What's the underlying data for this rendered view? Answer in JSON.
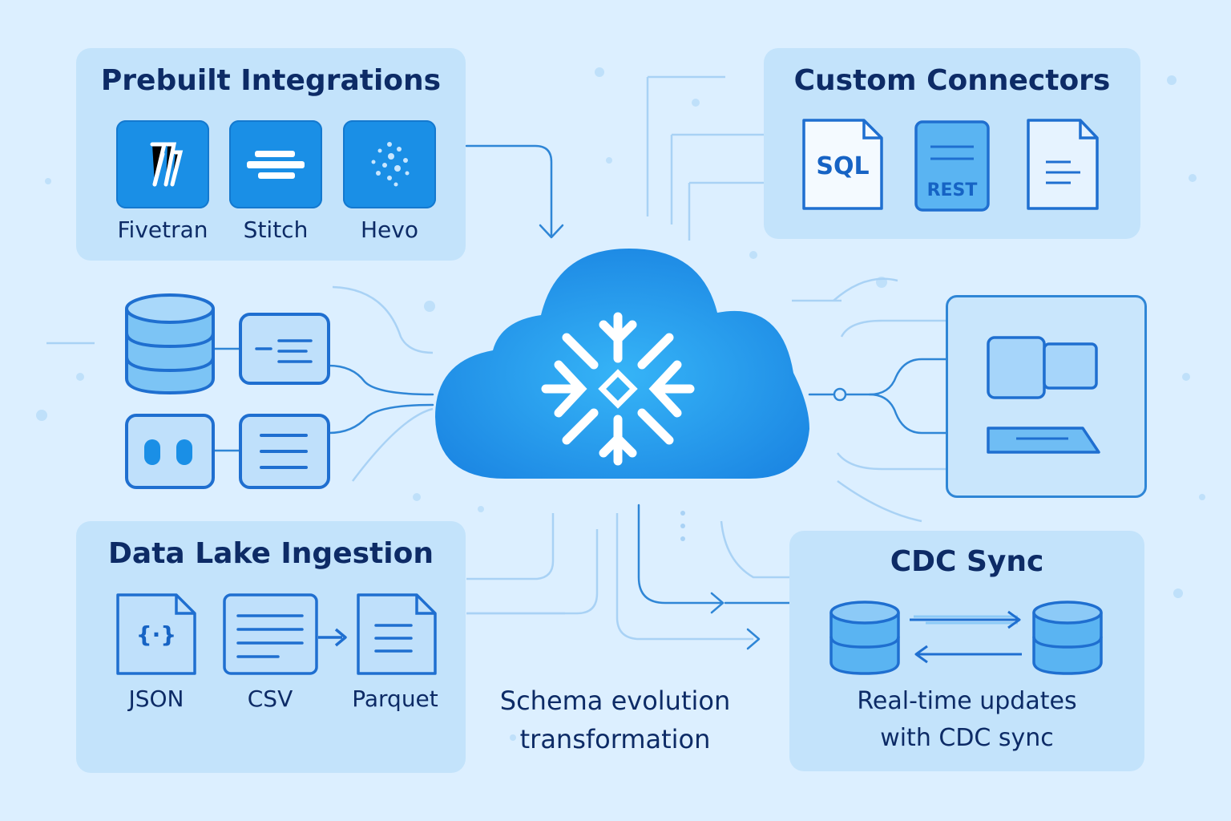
{
  "prebuilt": {
    "title": "Prebuilt Integrations",
    "tools": [
      {
        "label": "Fivetran",
        "icon": "fivetran-icon"
      },
      {
        "label": "Stitch",
        "icon": "stitch-icon"
      },
      {
        "label": "Hevo",
        "icon": "hevo-icon"
      }
    ]
  },
  "custom": {
    "title": "Custom Connectors",
    "items": [
      {
        "text": "SQL",
        "icon": "sql-file-icon"
      },
      {
        "text": "REST",
        "icon": "rest-api-icon"
      },
      {
        "text": "",
        "icon": "document-icon"
      }
    ]
  },
  "datalake": {
    "title": "Data Lake Ingestion",
    "formats": [
      "JSON",
      "CSV",
      "Parquet"
    ],
    "json_glyph": "{·}"
  },
  "cdc": {
    "title": "CDC Sync",
    "caption_line1": "Real-time updates",
    "caption_line2": "with CDC sync"
  },
  "center": {
    "caption_line1": "Schema evolution",
    "caption_line2": "transformation",
    "hub_icon": "snowflake-cloud-icon"
  },
  "colors": {
    "background": "#dcefff",
    "panel": "#c3e3fb",
    "accent": "#1a8fe6",
    "line": "#2f86d6",
    "text": "#0d2b66"
  }
}
